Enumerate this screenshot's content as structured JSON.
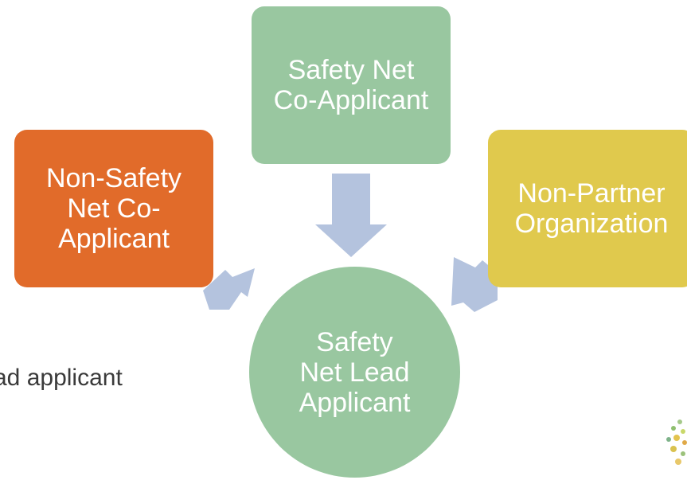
{
  "nodes": {
    "top": "Safety Net\nCo-Applicant",
    "left": "Non-Safety\nNet Co-\nApplicant",
    "right": "Non-Partner\nOrganization",
    "center": "Safety\nNet Lead\nApplicant"
  },
  "background_text": "ad applicant",
  "colors": {
    "top_box": "#99c7a0",
    "left_box": "#e16b2a",
    "right_box": "#e0c94d",
    "center_circle": "#99c7a0",
    "arrows": "#b4c3de"
  }
}
